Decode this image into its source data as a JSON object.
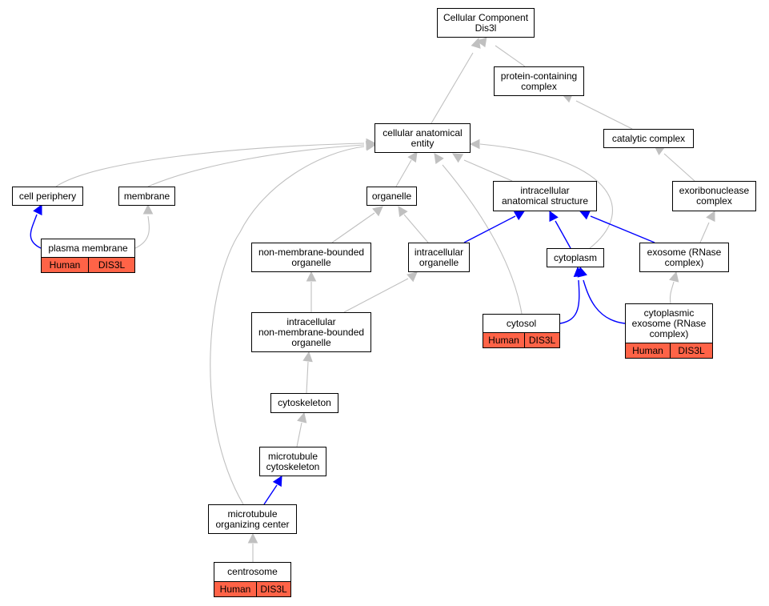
{
  "colors": {
    "gray_edge": "#c0c0c0",
    "blue_edge": "#0000ff",
    "annotation_fill": "#ff6347"
  },
  "nodes": {
    "root": {
      "lines": [
        "Cellular Component",
        "Dis3l"
      ]
    },
    "protein_complex": {
      "lines": [
        "protein-containing",
        "complex"
      ]
    },
    "cellular_anatomical_entity": {
      "lines": [
        "cellular anatomical",
        "entity"
      ]
    },
    "catalytic_complex": {
      "lines": [
        "catalytic complex"
      ]
    },
    "cell_periphery": {
      "lines": [
        "cell periphery"
      ]
    },
    "membrane": {
      "lines": [
        "membrane"
      ]
    },
    "organelle": {
      "lines": [
        "organelle"
      ]
    },
    "intracellular_anatomical_structure": {
      "lines": [
        "intracellular",
        "anatomical structure"
      ]
    },
    "exoribonuclease_complex": {
      "lines": [
        "exoribonuclease",
        "complex"
      ]
    },
    "plasma_membrane": {
      "lines": [
        "plasma membrane"
      ],
      "tags": [
        "Human",
        "DIS3L"
      ]
    },
    "non_membrane_bounded_organelle": {
      "lines": [
        "non-membrane-bounded",
        "organelle"
      ]
    },
    "intracellular_organelle": {
      "lines": [
        "intracellular",
        "organelle"
      ]
    },
    "cytoplasm": {
      "lines": [
        "cytoplasm"
      ]
    },
    "exosome": {
      "lines": [
        "exosome (RNase",
        "complex)"
      ]
    },
    "intracellular_nmb_organelle": {
      "lines": [
        "intracellular",
        "non-membrane-bounded",
        "organelle"
      ]
    },
    "cytosol": {
      "lines": [
        "cytosol"
      ],
      "tags": [
        "Human",
        "DIS3L"
      ]
    },
    "cytoplasmic_exosome": {
      "lines": [
        "cytoplasmic",
        "exosome (RNase",
        "complex)"
      ],
      "tags": [
        "Human",
        "DIS3L"
      ]
    },
    "cytoskeleton": {
      "lines": [
        "cytoskeleton"
      ]
    },
    "microtubule_cytoskeleton": {
      "lines": [
        "microtubule",
        "cytoskeleton"
      ]
    },
    "mtoc": {
      "lines": [
        "microtubule",
        "organizing center"
      ]
    },
    "centrosome": {
      "lines": [
        "centrosome"
      ],
      "tags": [
        "Human",
        "DIS3L"
      ]
    }
  },
  "edges": [
    {
      "from": "protein_complex",
      "to": "root",
      "type": "gray"
    },
    {
      "from": "cellular_anatomical_entity",
      "to": "root",
      "type": "gray"
    },
    {
      "from": "catalytic_complex",
      "to": "protein_complex",
      "type": "gray"
    },
    {
      "from": "exoribonuclease_complex",
      "to": "catalytic_complex",
      "type": "gray"
    },
    {
      "from": "cell_periphery",
      "to": "cellular_anatomical_entity",
      "type": "gray"
    },
    {
      "from": "membrane",
      "to": "cellular_anatomical_entity",
      "type": "gray"
    },
    {
      "from": "organelle",
      "to": "cellular_anatomical_entity",
      "type": "gray"
    },
    {
      "from": "intracellular_anatomical_structure",
      "to": "cellular_anatomical_entity",
      "type": "gray"
    },
    {
      "from": "cytoplasm",
      "to": "cellular_anatomical_entity",
      "type": "gray"
    },
    {
      "from": "cytosol",
      "to": "cellular_anatomical_entity",
      "type": "gray"
    },
    {
      "from": "mtoc",
      "to": "cellular_anatomical_entity",
      "type": "gray"
    },
    {
      "from": "plasma_membrane",
      "to": "cell_periphery",
      "type": "blue"
    },
    {
      "from": "plasma_membrane",
      "to": "membrane",
      "type": "gray"
    },
    {
      "from": "non_membrane_bounded_organelle",
      "to": "organelle",
      "type": "gray"
    },
    {
      "from": "intracellular_organelle",
      "to": "organelle",
      "type": "gray"
    },
    {
      "from": "intracellular_organelle",
      "to": "intracellular_anatomical_structure",
      "type": "blue"
    },
    {
      "from": "cytoplasm",
      "to": "intracellular_anatomical_structure",
      "type": "blue"
    },
    {
      "from": "exosome",
      "to": "intracellular_anatomical_structure",
      "type": "blue"
    },
    {
      "from": "exosome",
      "to": "exoribonuclease_complex",
      "type": "gray"
    },
    {
      "from": "intracellular_nmb_organelle",
      "to": "non_membrane_bounded_organelle",
      "type": "gray"
    },
    {
      "from": "intracellular_nmb_organelle",
      "to": "intracellular_organelle",
      "type": "gray"
    },
    {
      "from": "cytosol",
      "to": "cytoplasm",
      "type": "blue"
    },
    {
      "from": "cytoplasmic_exosome",
      "to": "cytoplasm",
      "type": "blue"
    },
    {
      "from": "cytoplasmic_exosome",
      "to": "exosome",
      "type": "gray"
    },
    {
      "from": "cytoskeleton",
      "to": "intracellular_nmb_organelle",
      "type": "gray"
    },
    {
      "from": "microtubule_cytoskeleton",
      "to": "cytoskeleton",
      "type": "gray"
    },
    {
      "from": "mtoc",
      "to": "microtubule_cytoskeleton",
      "type": "blue"
    },
    {
      "from": "centrosome",
      "to": "mtoc",
      "type": "gray"
    }
  ]
}
